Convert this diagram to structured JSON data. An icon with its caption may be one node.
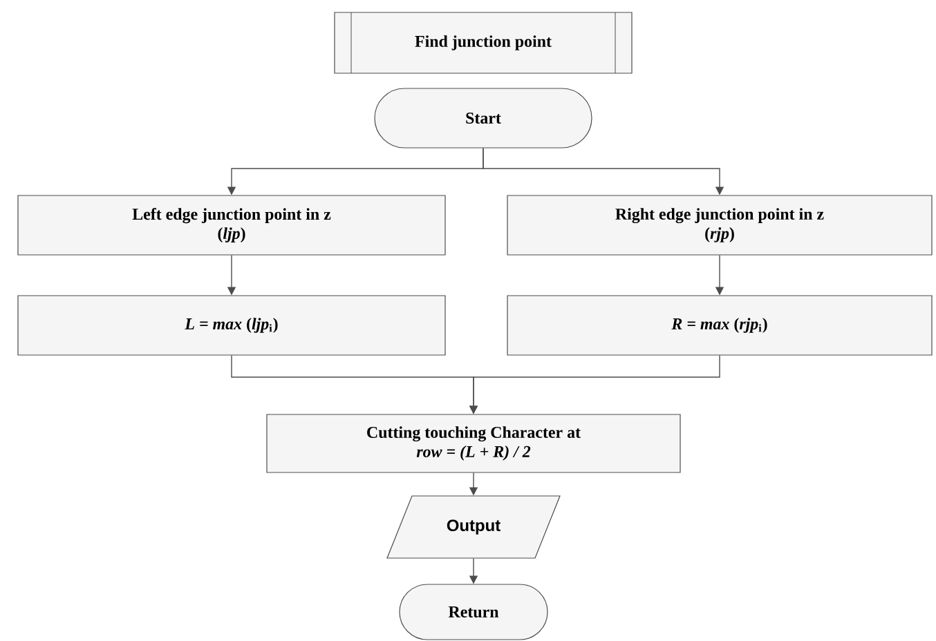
{
  "diagram": {
    "nodes": [
      {
        "text": [
          "Find junction point"
        ]
      },
      {
        "text": [
          "Start"
        ]
      },
      {
        "text": [
          "Left edge junction point in z (*ljp*)"
        ]
      },
      {
        "text": [
          "Right edge junction point in z (*rjp*)"
        ]
      },
      {
        "text": [
          "*L = max* (*ljp*$_{i}$)"
        ]
      },
      {
        "text": [
          "*R = max* (*rjp*$_{i}$)"
        ]
      },
      {
        "text": [
          "Cutting touching Character at *row = (L + R) / 2*"
        ]
      },
      {
        "text": [
          "Output"
        ]
      },
      {
        "text": [
          "Return"
        ]
      }
    ],
    "edges": [
      {
        "from": 1,
        "to": 2,
        "arrow": "to"
      },
      {
        "from": 1,
        "to": 3,
        "arrow": "to"
      },
      {
        "from": 2,
        "to": 4,
        "arrow": "to"
      },
      {
        "from": 3,
        "to": 5,
        "arrow": "to"
      },
      {
        "from": 4,
        "to": 6,
        "arrow": "to"
      },
      {
        "from": 5,
        "to": 6,
        "arrow": "to"
      },
      {
        "from": 6,
        "to": 7,
        "arrow": "to"
      },
      {
        "from": 7,
        "to": 8,
        "arrow": "to"
      }
    ]
  }
}
